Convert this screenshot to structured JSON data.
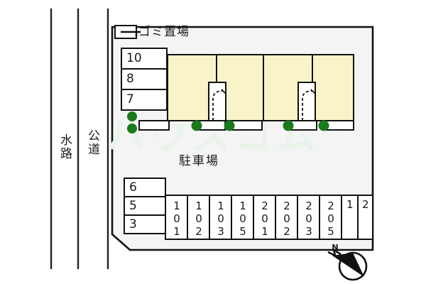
{
  "figure": {
    "kind": "property-site-plan",
    "watermark": "ハウスコム"
  },
  "colors": {
    "building_fill": "#f9f3c9",
    "site_fill": "#f4f4f4",
    "stroke": "#111111",
    "tree_green": "#1b7a1b",
    "white": "#ffffff",
    "watermark": "#e9f3e9"
  },
  "corridors": [
    {
      "name": "waterway",
      "label": "水路"
    },
    {
      "name": "public-road",
      "label": "公道"
    }
  ],
  "annotations": {
    "garbage_area": "ゴミ置場",
    "parking_area": "駐車場"
  },
  "left_upper_boxes": [
    "10",
    "8",
    "7"
  ],
  "left_lower_boxes": [
    "6",
    "5",
    "3"
  ],
  "parking_stalls": [
    {
      "label": "101",
      "orientation": "vertical"
    },
    {
      "label": "102",
      "orientation": "vertical"
    },
    {
      "label": "103",
      "orientation": "vertical"
    },
    {
      "label": "105",
      "orientation": "vertical"
    },
    {
      "label": "201",
      "orientation": "vertical"
    },
    {
      "label": "202",
      "orientation": "vertical"
    },
    {
      "label": "203",
      "orientation": "vertical"
    },
    {
      "label": "205",
      "orientation": "vertical"
    },
    {
      "label": "1",
      "orientation": "horizontal"
    },
    {
      "label": "2",
      "orientation": "horizontal"
    }
  ],
  "building_units": 4,
  "compass": {
    "label": "N",
    "direction": "north-west"
  }
}
